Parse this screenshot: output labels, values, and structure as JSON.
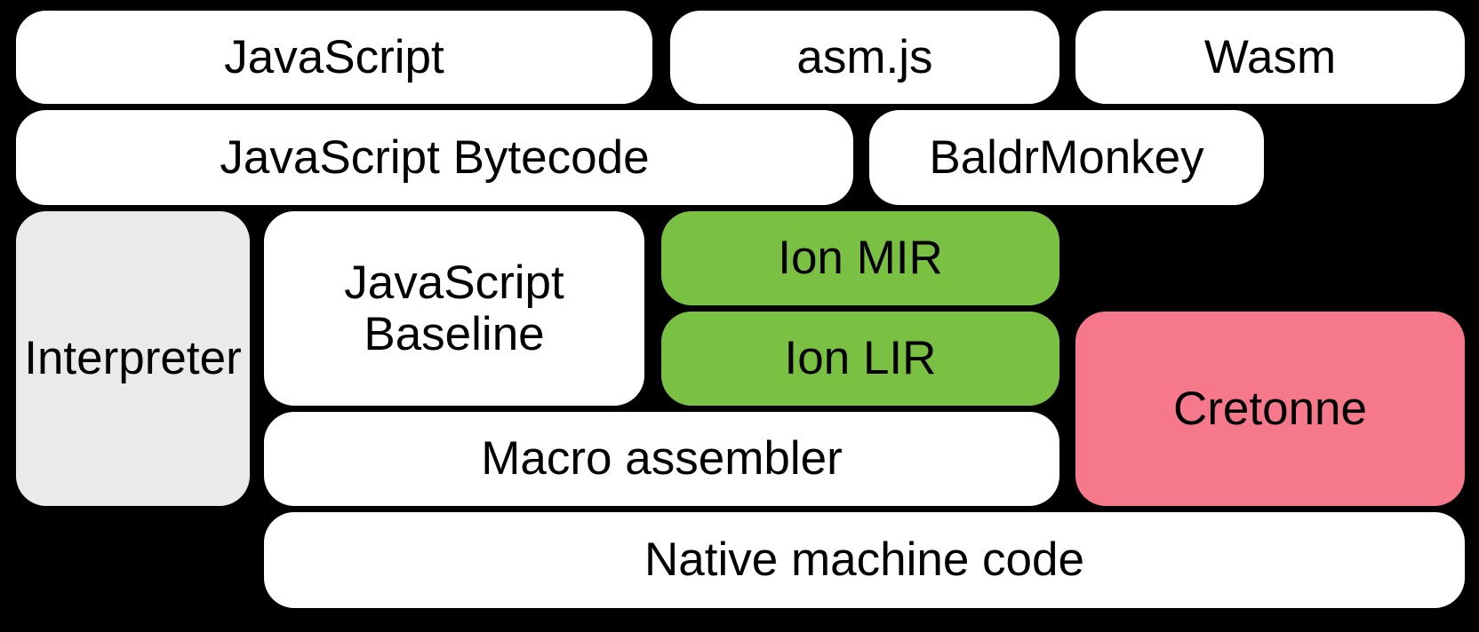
{
  "diagram": {
    "description": "Compiler pipeline diagram of rounded boxes on a black background",
    "background_color": "#000000",
    "text_color": "#000000",
    "colors": {
      "white": "#ffffff",
      "gray": "#eaeaea",
      "green": "#7ac143",
      "pink": "#f5788b"
    },
    "boxes": [
      {
        "id": "javascript",
        "label": "JavaScript",
        "color": "white"
      },
      {
        "id": "asmjs",
        "label": "asm.js",
        "color": "white"
      },
      {
        "id": "wasm",
        "label": "Wasm",
        "color": "white"
      },
      {
        "id": "bytecode",
        "label": "JavaScript Bytecode",
        "color": "white"
      },
      {
        "id": "baldrmonkey",
        "label": "BaldrMonkey",
        "color": "white"
      },
      {
        "id": "interpreter",
        "label": "Interpreter",
        "color": "gray"
      },
      {
        "id": "baseline",
        "label": "JavaScript Baseline",
        "color": "white"
      },
      {
        "id": "ion-mir",
        "label": "Ion MIR",
        "color": "green"
      },
      {
        "id": "ion-lir",
        "label": "Ion LIR",
        "color": "green"
      },
      {
        "id": "cretonne",
        "label": "Cretonne",
        "color": "pink"
      },
      {
        "id": "macro",
        "label": "Macro assembler",
        "color": "white"
      },
      {
        "id": "native",
        "label": "Native machine code",
        "color": "white"
      }
    ]
  }
}
